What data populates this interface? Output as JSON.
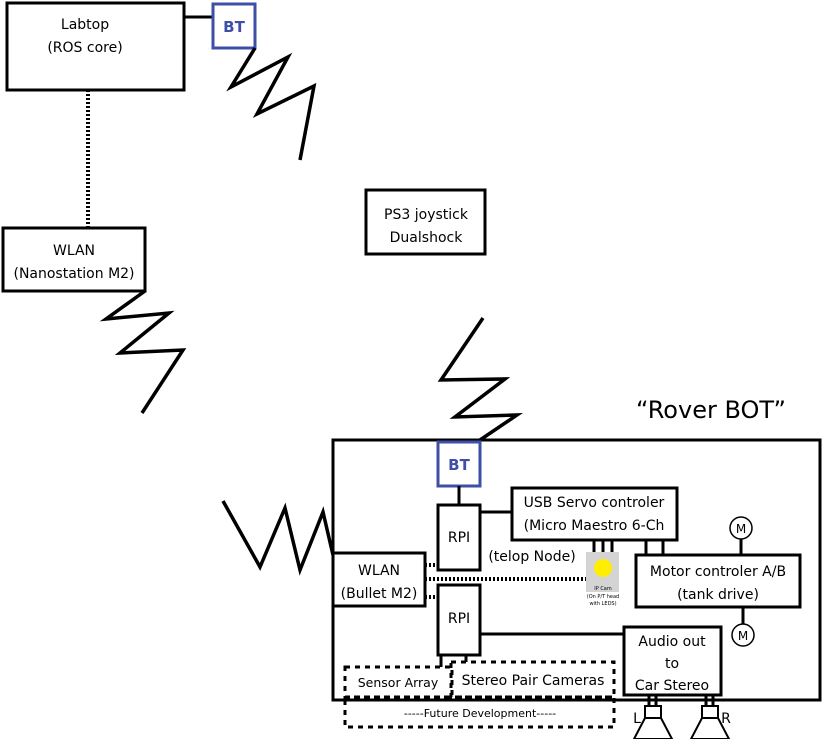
{
  "laptop": {
    "line1": "Labtop",
    "line2": "(ROS core)"
  },
  "bt_laptop": "BT",
  "ps3": {
    "line1": "PS3 joystick",
    "line2": "Dualshock"
  },
  "wlan_base": {
    "line1": "WLAN",
    "line2": "(Nanostation M2)"
  },
  "rover": {
    "title": "“Rover BOT”",
    "bt": "BT",
    "rpi1": "RPI",
    "rpi2": "RPI",
    "telop": "(telop Node)",
    "servo": {
      "line1": "USB Servo controler",
      "line2": "(Micro Maestro 6-Ch"
    },
    "ipcam": {
      "line1": "IP Cam",
      "line2": "(On P/T head",
      "line3": "with LEDS)"
    },
    "motor": {
      "line1": "Motor controler A/B",
      "line2": "(tank drive)"
    },
    "motor_symbol_1": "M",
    "motor_symbol_2": "M",
    "wlan": {
      "line1": "WLAN",
      "line2": "(Bullet M2)"
    },
    "audio": {
      "line1": "Audio out",
      "line2": "to",
      "line3": "Car Stereo"
    },
    "sensor_array": "Sensor Array",
    "stereo_cameras": "Stereo Pair Cameras",
    "future": "-----Future Development-----",
    "speaker_left": "L",
    "speaker_right": "R"
  },
  "colors": {
    "bt": "#3d4fa6",
    "ipcam_bg": "#d4d4d4",
    "ipcam_led": "#ffee00"
  }
}
